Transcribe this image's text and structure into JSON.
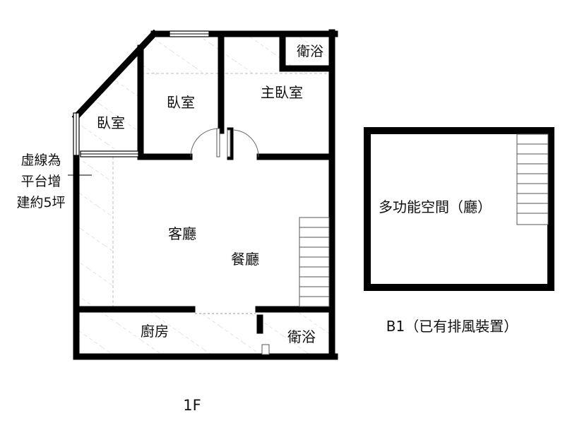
{
  "floor_1": {
    "caption": "1F",
    "rooms": {
      "bedroom_left": "臥室",
      "bedroom_mid": "臥室",
      "master_bedroom": "主臥室",
      "bath_top": "衛浴",
      "living_room": "客廳",
      "dining_room": "餐廳",
      "kitchen": "廚房",
      "bath_bottom": "衛浴"
    },
    "note_lines": [
      "虛線為",
      "平台增",
      "建約5坪"
    ]
  },
  "floor_b1": {
    "caption": "B1（已有排風裝置）",
    "room": "多功能空間（廳）"
  }
}
